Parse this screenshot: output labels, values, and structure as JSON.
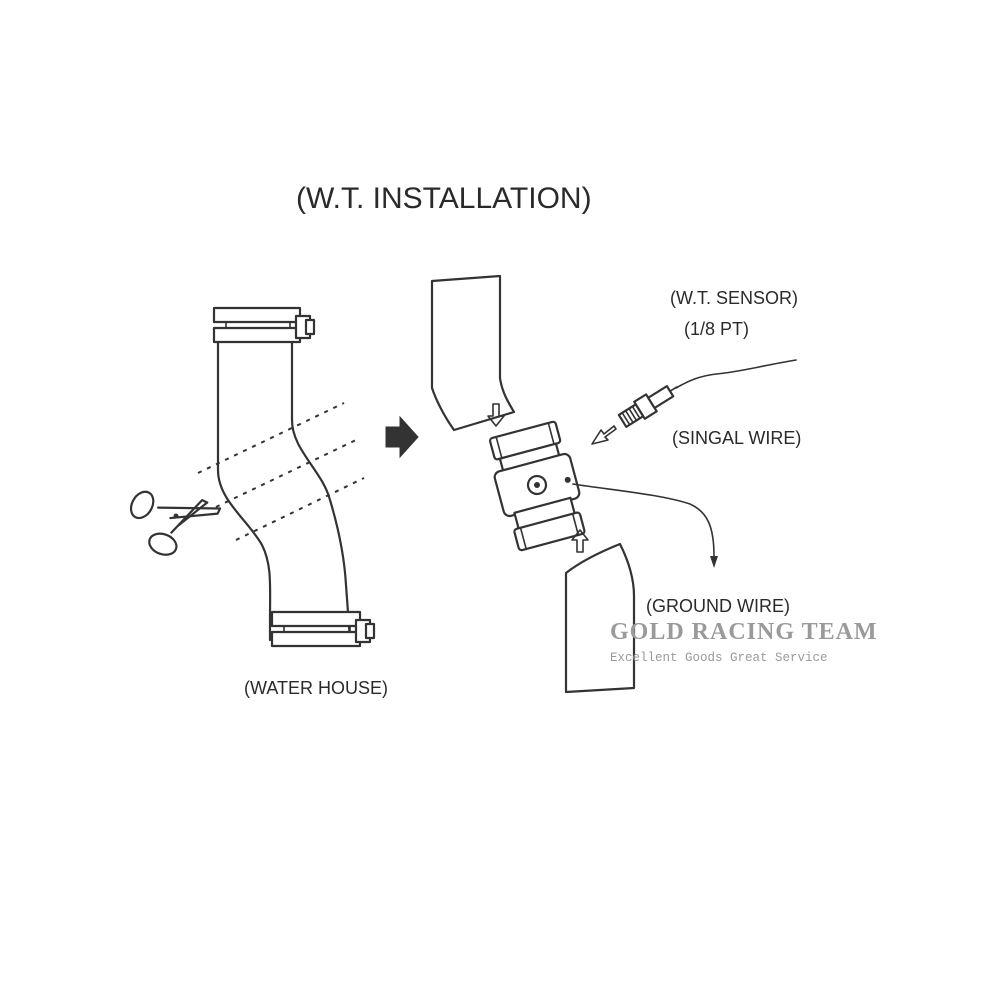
{
  "diagram": {
    "title": "(W.T. INSTALLATION)",
    "labels": {
      "water_house": "(WATER HOUSE)",
      "wt_sensor": "(W.T. SENSOR)",
      "sensor_thread": "(1/8 PT)",
      "signal_wire": "(SINGAL WIRE)",
      "ground_wire": "(GROUND WIRE)"
    }
  },
  "watermark": {
    "title": "GOLD RACING TEAM",
    "subtitle": "Excellent Goods Great Service"
  },
  "icons": [
    "scissors-icon",
    "right-arrow-icon",
    "down-arrow-icon",
    "up-arrow-icon",
    "diagonal-arrow-icon"
  ],
  "colors": {
    "line": "#333333",
    "watermark": "#9a9a9a",
    "background": "#ffffff"
  }
}
